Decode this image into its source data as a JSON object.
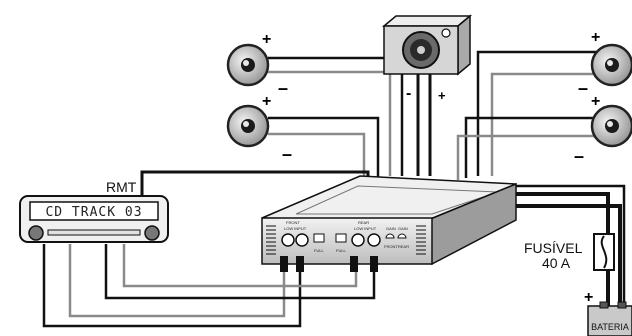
{
  "head_unit": {
    "display_text": "CD TRACK 03"
  },
  "labels": {
    "remote": "RMT",
    "fuse_line1": "FUSÍVEL",
    "fuse_line2": "40 A",
    "battery": "BATERIA"
  },
  "polarity": {
    "plus": "+",
    "minus": "-",
    "minus_wide": "–"
  },
  "amplifier": {
    "front_label": "FRONT",
    "rear_label": "REAR",
    "line_input": "LOW INPUT",
    "front_small": "FRONT",
    "rear_small": "REAR",
    "gain": "GAIN",
    "full": "FULL"
  },
  "colors": {
    "wire_dark": "#111111",
    "wire_gray": "#8a8a8a",
    "speaker_body": "#cfcfcf",
    "amp_body": "#e4e4e4",
    "subwoofer_box": "#d6d6d6",
    "battery_fill": "#c9c9c9"
  }
}
